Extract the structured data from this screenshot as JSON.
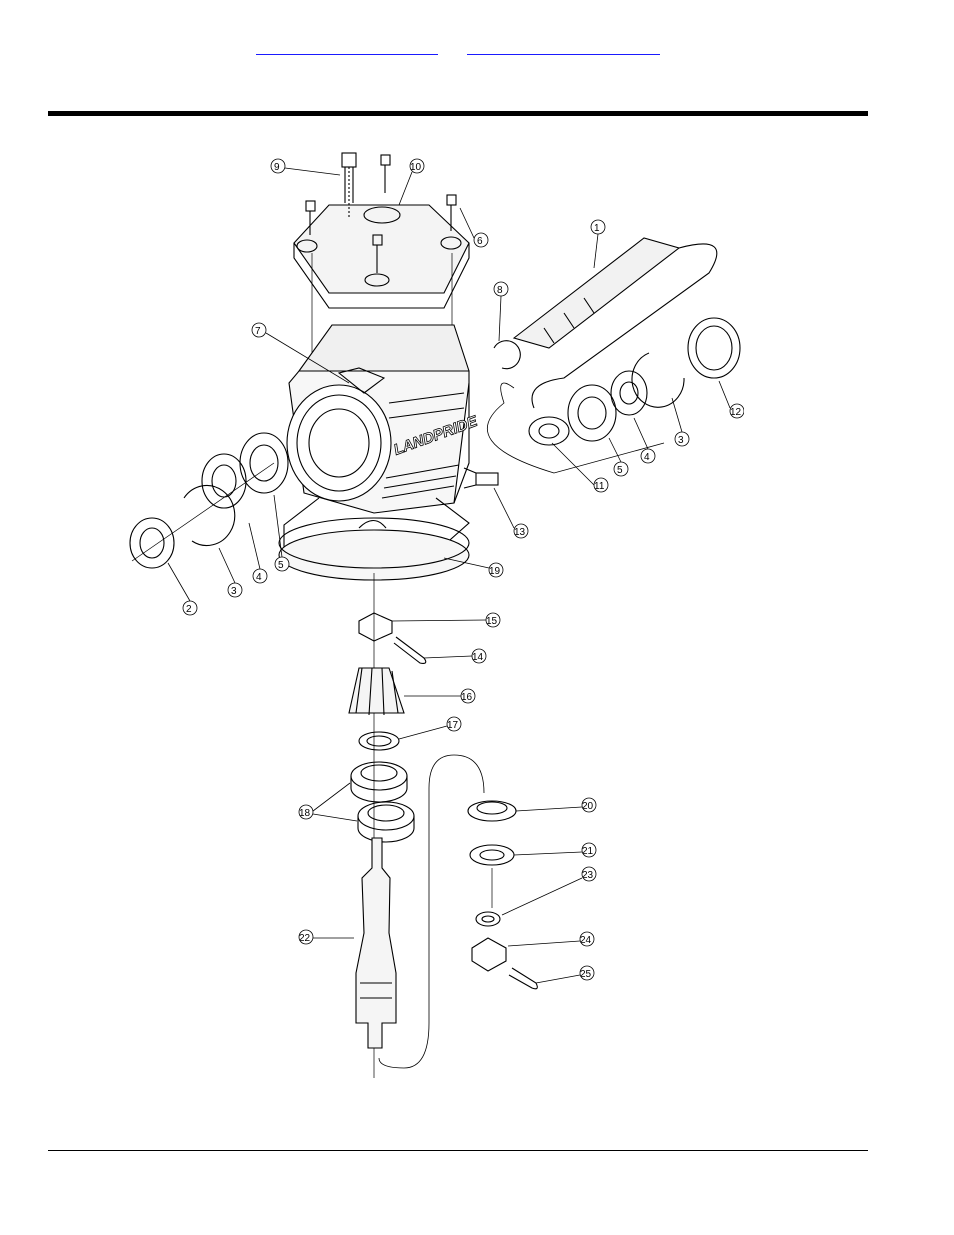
{
  "header": {
    "links": [
      "",
      ""
    ]
  },
  "figure": {
    "brand_text": "LANDPRIDE",
    "callouts": [
      "1",
      "2",
      "3",
      "3",
      "4",
      "4",
      "5",
      "5",
      "6",
      "7",
      "8",
      "9",
      "10",
      "11",
      "12",
      "13",
      "14",
      "15",
      "16",
      "17",
      "18",
      "19",
      "20",
      "21",
      "22",
      "23",
      "24",
      "25"
    ]
  },
  "colors": {
    "ink": "#000000",
    "link": "#1a1aff",
    "paper": "#ffffff"
  }
}
